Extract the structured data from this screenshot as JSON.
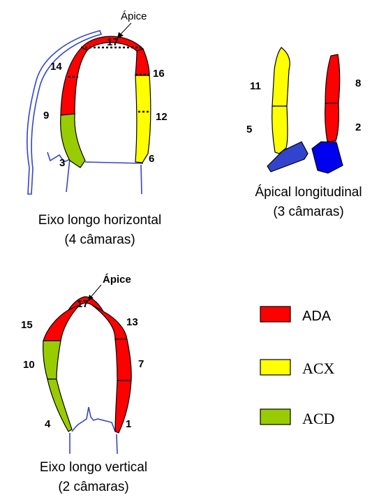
{
  "colors": {
    "ada": "#ff0000",
    "acx": "#ffff00",
    "acd": "#99cc00",
    "vessel": "#3344cc"
  },
  "panel_4c": {
    "apex_label": "Ápice",
    "labels": {
      "s17": "17",
      "s14": "14",
      "s16": "16",
      "s9": "9",
      "s12": "12",
      "s3": "3",
      "s6": "6"
    },
    "caption_line1": "Eixo longo horizontal",
    "caption_line2": "(4 câmaras)"
  },
  "panel_3c": {
    "labels": {
      "s11": "11",
      "s8": "8",
      "s5": "5",
      "s2": "2"
    },
    "caption_line1": "Ápical longitudinal",
    "caption_line2": "(3 câmaras)"
  },
  "panel_2c": {
    "apex_label": "Ápice",
    "labels": {
      "s17": "17",
      "s15": "15",
      "s13": "13",
      "s10": "10",
      "s7": "7",
      "s4": "4",
      "s1": "1"
    },
    "caption_line1": "Eixo longo vertical",
    "caption_line2": "(2 câmaras)"
  },
  "legend": [
    {
      "label": "ADA",
      "color": "#ff0000"
    },
    {
      "label": "ACX",
      "color": "#ffff00"
    },
    {
      "label": "ACD",
      "color": "#99cc00"
    }
  ]
}
